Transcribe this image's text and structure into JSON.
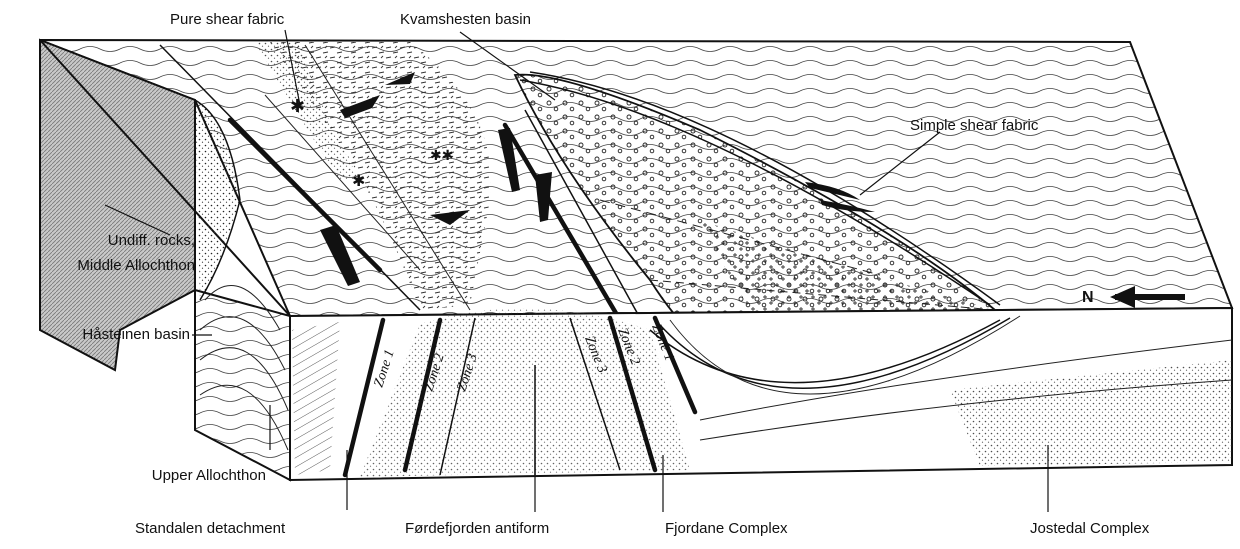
{
  "labels": {
    "pure_shear": "Pure shear fabric",
    "kvamshesten": "Kvamshesten basin",
    "simple_shear": "Simple shear fabric",
    "undiff_line1": "Undiff. rocks,",
    "undiff_line2": "Middle Allochthon",
    "hasteinen": "Håsteinen basin",
    "upper_allochthon": "Upper Allochthon",
    "standalen": "Standalen detachment",
    "fordefjorden": "Førdefjorden antiform",
    "fjordane": "Fjordane Complex",
    "jostedal": "Jostedal Complex",
    "north": "N"
  },
  "zones": [
    "Zone 1",
    "Zone 2",
    "Zone 3",
    "Zone 3",
    "Zone 2",
    "Zone 1"
  ],
  "colors": {
    "ink": "#111111",
    "paper": "#ffffff"
  }
}
